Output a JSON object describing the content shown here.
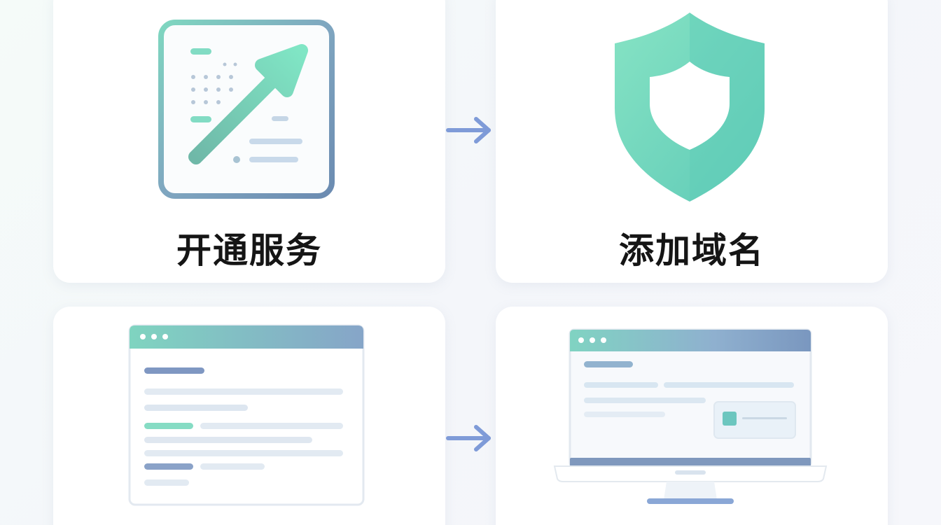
{
  "steps": [
    {
      "label": "开通服务",
      "icon": "growth-chart-icon"
    },
    {
      "label": "添加域名",
      "icon": "security-shield-icon"
    },
    {
      "label": "",
      "icon": "browser-window-icon"
    },
    {
      "label": "",
      "icon": "desktop-monitor-icon"
    }
  ],
  "connectors": [
    "arrow-right",
    "arrow-right"
  ],
  "colors": {
    "mint": "#7adfc2",
    "teal": "#5ccab8",
    "slate": "#6f8fb3",
    "arrow": "#7f9bd8",
    "text": "#151515"
  }
}
